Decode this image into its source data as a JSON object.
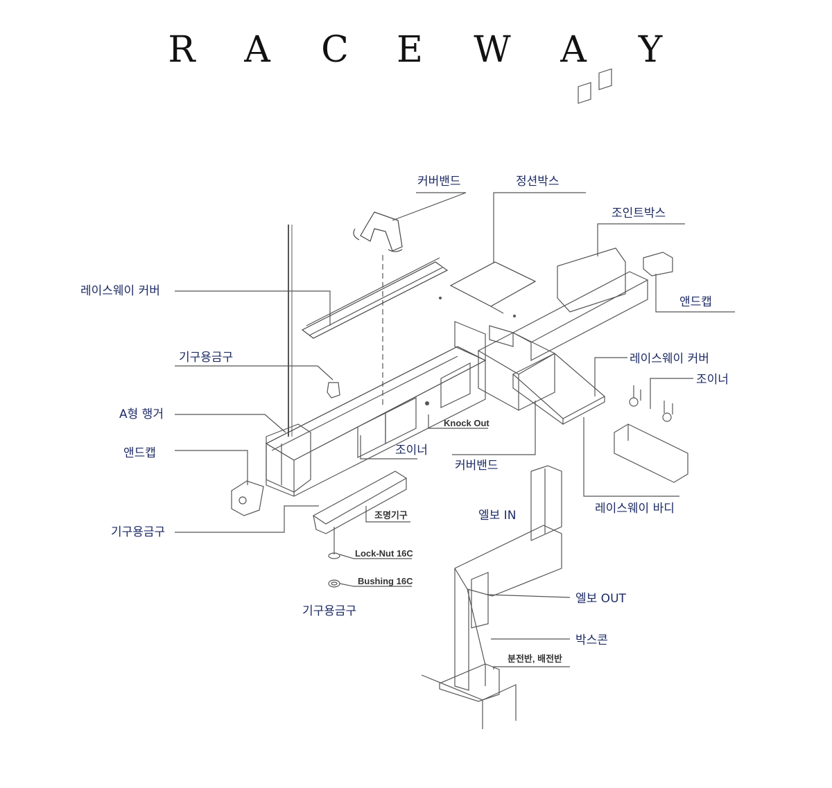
{
  "title_letters": [
    "R",
    "A",
    "C",
    "E",
    "W",
    "A",
    "Y"
  ],
  "labels": {
    "cover_band_top": "커버밴드",
    "pull_box": "정션박스",
    "joint_box": "조인트박스",
    "raceway_cover_left": "레이스웨이 커버",
    "end_cap_right": "앤드캡",
    "fixture_bracket_a": "기구용금구",
    "raceway_cover_right": "레이스웨이 커버",
    "joiner_right": "조이너",
    "a_hanger": "A형 행거",
    "end_cap_left": "앤드캡",
    "joiner_mid": "조이너",
    "cover_band_mid": "커버밴드",
    "raceway_body": "레이스웨이 바디",
    "elbow_in": "엘보 IN",
    "fixture_bracket_b": "기구용금구",
    "elbow_out": "엘보 OUT",
    "fixture_bracket_c": "기구용금구",
    "box_connector": "박스콘"
  },
  "small_labels": {
    "knock_out": "Knock Out",
    "light_fixture": "조명기구",
    "lock_nut": "Lock-Nut 16C",
    "bushing": "Bushing 16C",
    "panel": "분전반, 배전반"
  }
}
